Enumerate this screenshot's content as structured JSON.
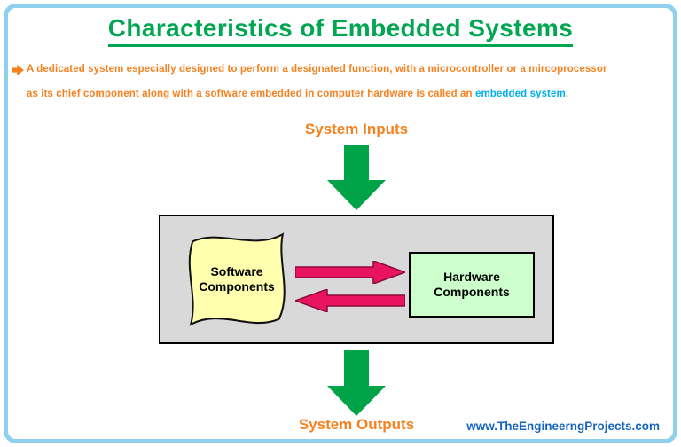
{
  "page": {
    "title": "Characteristics of Embedded Systems",
    "footer_url": "www.TheEngineerngProjects.com"
  },
  "description": {
    "bullet_icon": "orange-right-arrow",
    "line1": "A dedicated system especially designed to perform a designated function, with a microcontroller or a mircoprocessor",
    "line2_prefix": "as its chief component along with a software embedded in computer hardware is called an",
    "line2_highlight": "embedded system",
    "line2_suffix": "."
  },
  "diagram": {
    "input_label": "System Inputs",
    "output_label": "System Outputs",
    "software_label": "Software Components",
    "hardware_label": "Hardware Components"
  },
  "colors": {
    "frame_blue": "#8fd0ef",
    "title_green": "#00a651",
    "text_orange": "#f58220",
    "highlight_cyan": "#00aeef",
    "block_arrow_green": "#00a347",
    "system_block_gray": "#d9d9d9",
    "software_yellow": "#ffffae",
    "hardware_green": "#ccffcc",
    "flow_arrow_pink": "#e8145f",
    "footer_blue": "#1565c0"
  }
}
